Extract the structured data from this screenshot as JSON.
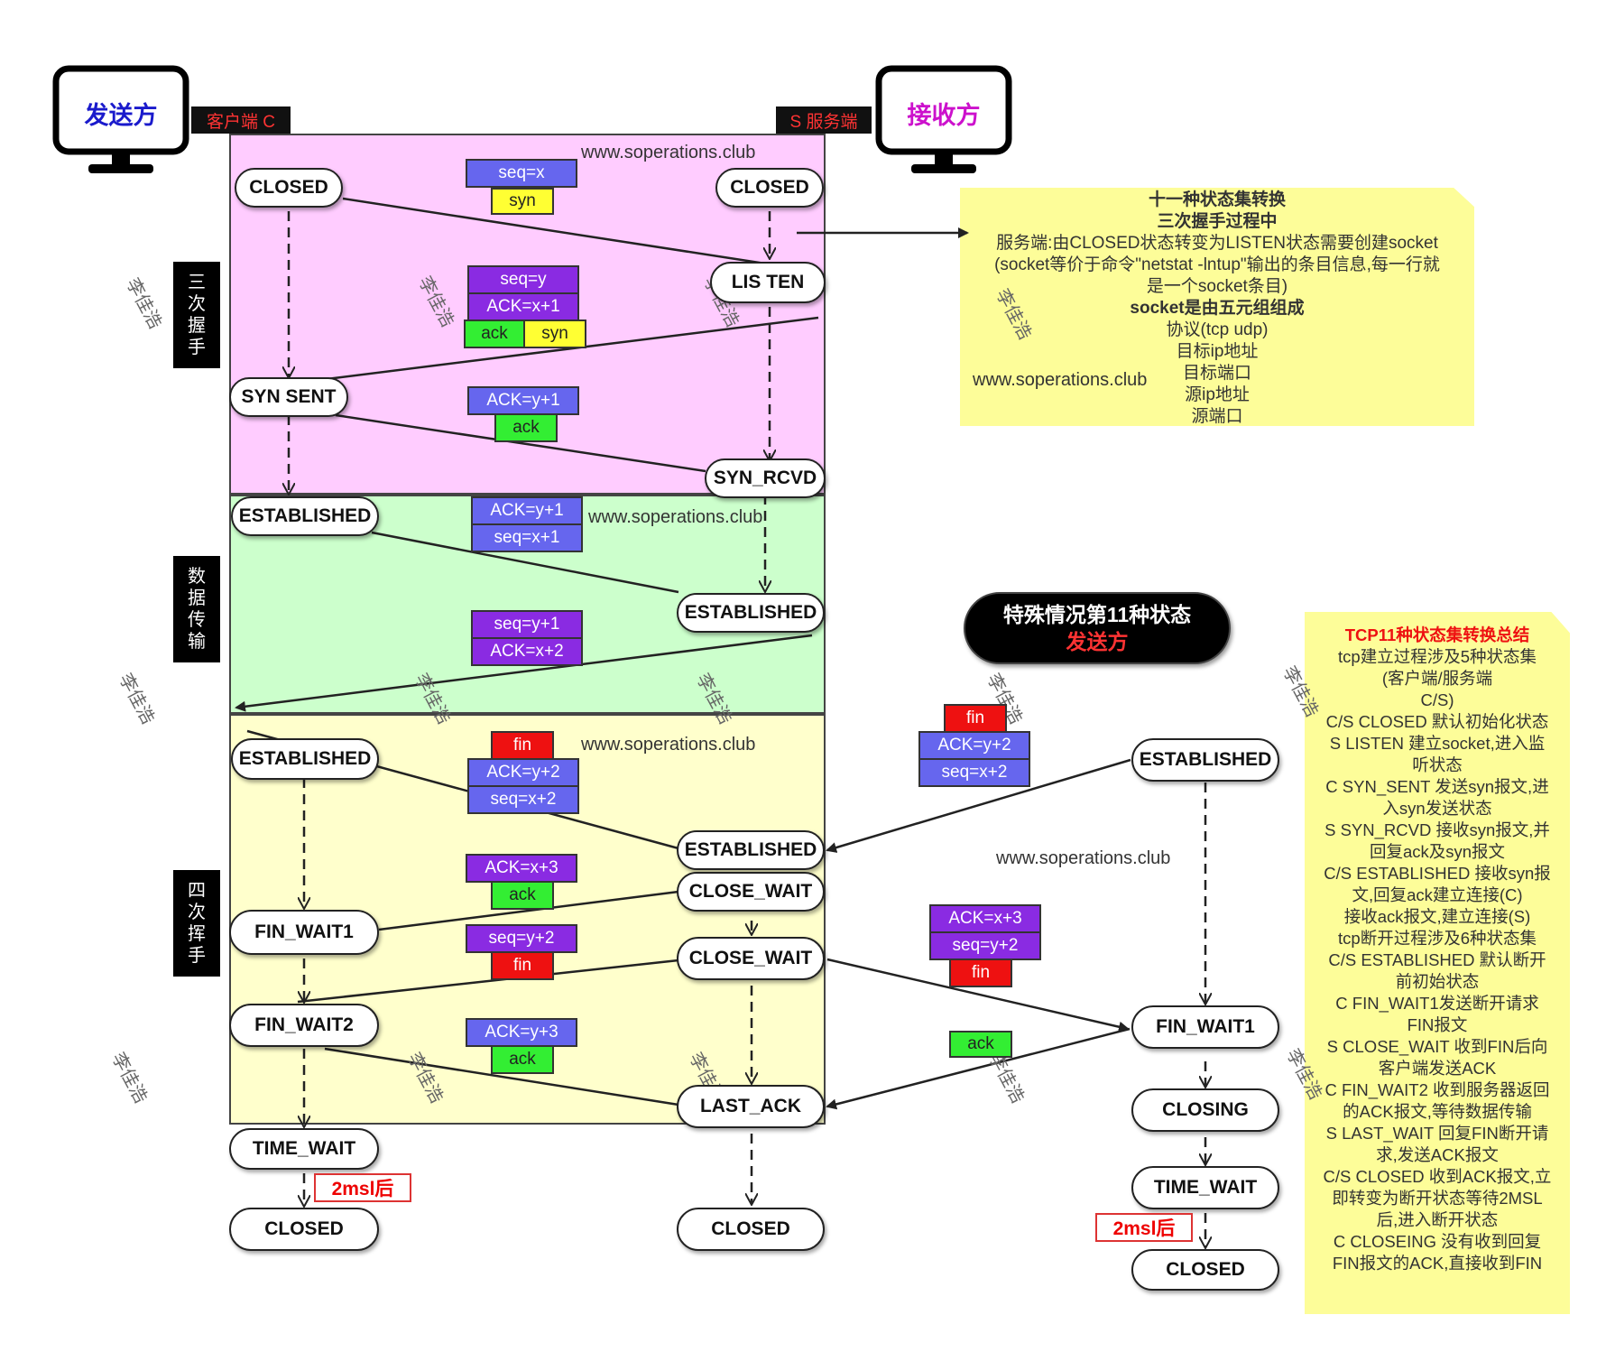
{
  "header": {
    "sender_label": "发送方",
    "receiver_label": "接收方",
    "client_tag": "客户端 C",
    "server_tag": "S 服务端"
  },
  "url": "www.soperations.club",
  "watermark": "李佳浩",
  "phases": {
    "handshake": "三次握手",
    "transfer": "数据传输",
    "teardown": "四次挥手"
  },
  "states": {
    "c_closed": "CLOSED",
    "s_closed": "CLOSED",
    "s_listen": "LIS TEN",
    "c_syn_sent": "SYN SENT",
    "s_syn_rcvd": "SYN_RCVD",
    "c_established1": "ESTABLISHED",
    "s_established1": "ESTABLISHED",
    "c_established2": "ESTABLISHED",
    "s_established2": "ESTABLISHED",
    "s_close_wait1": "CLOSE_WAIT",
    "s_close_wait2": "CLOSE_WAIT",
    "c_fin_wait1": "FIN_WAIT1",
    "c_fin_wait2": "FIN_WAIT2",
    "s_last_ack": "LAST_ACK",
    "c_time_wait": "TIME_WAIT",
    "c_closed_end": "CLOSED",
    "s_closed_end": "CLOSED",
    "x_established": "ESTABLISHED",
    "x_fin_wait1": "FIN_WAIT1",
    "x_closing": "CLOSING",
    "x_time_wait": "TIME_WAIT",
    "x_closed": "CLOSED"
  },
  "packets": {
    "p1_seq": "seq=x",
    "p1_syn": "syn",
    "p2_seq": "seq=y",
    "p2_ack": "ACK=x+1",
    "p2_ackflag": "ack",
    "p2_syn": "syn",
    "p3_ack": "ACK=y+1",
    "p3_ackflag": "ack",
    "d1_ack": "ACK=y+1",
    "d1_seq": "seq=x+1",
    "d2_seq": "seq=y+1",
    "d2_ack": "ACK=x+2",
    "f1_fin": "fin",
    "f1_ack": "ACK=y+2",
    "f1_seq": "seq=x+2",
    "f2_ack": "ACK=x+3",
    "f2_ackflag": "ack",
    "f3_seq": "seq=y+2",
    "f3_fin": "fin",
    "f4_ack": "ACK=y+3",
    "f4_ackflag": "ack",
    "x1_fin": "fin",
    "x1_ack": "ACK=y+2",
    "x1_seq": "seq=x+2",
    "x2_ack": "ACK=x+3",
    "x2_seq": "seq=y+2",
    "x2_fin": "fin",
    "x3_ack": "ack"
  },
  "msl_label": "2msl后",
  "special_case": {
    "line1": "特殊情况第11种状态",
    "line2": "发送方"
  },
  "note_handshake": [
    "十一种状态集转换",
    "三次握手过程中",
    "服务端:由CLOSED状态转变为LISTEN状态需要创建socket",
    "(socket等价于命令\"netstat -lntup\"输出的条目信息,每一行就",
    "是一个socket条目)",
    "socket是由五元组组成",
    "协议(tcp udp)",
    "目标ip地址",
    "目标端口",
    "源ip地址",
    "源端口"
  ],
  "note_summary": [
    "TCP11种状态集转换总结",
    "tcp建立过程涉及5种状态集",
    "(客户端/服务端",
    "C/S)",
    "C/S CLOSED 默认初始化状态",
    "S LISTEN 建立socket,进入监",
    "听状态",
    "C SYN_SENT 发送syn报文,进",
    "入syn发送状态",
    "S SYN_RCVD 接收syn报文,并",
    "回复ack及syn报文",
    "C/S ESTABLISHED 接收syn报",
    "文,回复ack建立连接(C)",
    "接收ack报文,建立连接(S)",
    "tcp断开过程涉及6种状态集",
    "C/S ESTABLISHED 默认断开",
    "前初始状态",
    "C FIN_WAIT1发送断开请求",
    "FIN报文",
    "S CLOSE_WAIT 收到FIN后向",
    "客户端发送ACK",
    "C FIN_WAIT2 收到服务器返回",
    "的ACK报文,等待数据传输",
    "S LAST_WAIT 回复FIN断开请",
    "求,发送ACK报文",
    "C/S CLOSED 收到ACK报文,立",
    "即转变为断开状态等待2MSL",
    "后,进入断开状态",
    "C CLOSEING 没有收到回复",
    "FIN报文的ACK,直接收到FIN"
  ],
  "colors": {
    "handshake_bg": "#ffccff",
    "transfer_bg": "#ccffcc",
    "teardown_bg": "#ffffcc",
    "note_bg": "#fdfd99",
    "summary_title": "#ee1111",
    "monitor_text_sender": "#1a1acc",
    "monitor_text_receiver": "#cc11cc"
  }
}
